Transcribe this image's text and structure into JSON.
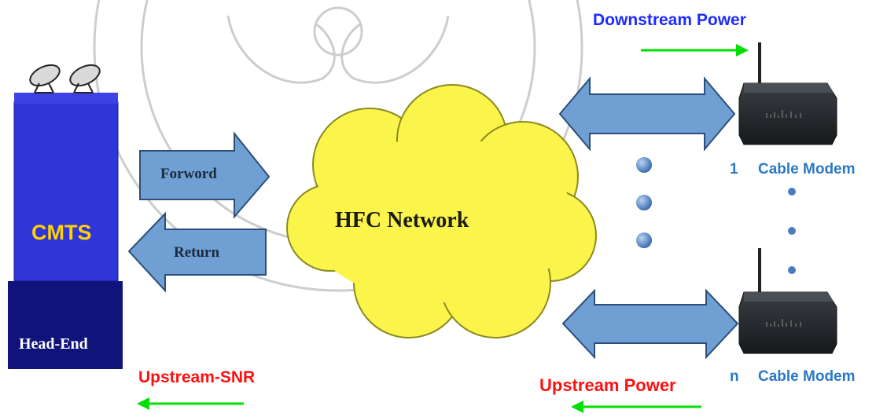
{
  "labels": {
    "cmts": "CMTS",
    "head_end": "Head-End",
    "forward": "Forword",
    "return": "Return",
    "hfc_network": "HFC Network",
    "downstream_power": "Downstream Power",
    "upstream_snr": "Upstream-SNR",
    "upstream_power": "Upstream Power",
    "modem_1_index": "1",
    "modem_n_index": "n",
    "cable_modem": "Cable Modem"
  },
  "colors": {
    "cmts_blue": "#2f35d8",
    "head_end_navy": "#0f137a",
    "cmts_text": "#ffd200",
    "arrow_fill": "#6f9fd3",
    "arrow_stroke": "#2b4f7a",
    "cloud_fill": "#fbf44a",
    "green": "#00e000",
    "red": "#ff1010",
    "downstream_text": "#1d2bff",
    "modem_text": "#2a78c8",
    "bullet_blue": "#4a7dc0",
    "modem_body": "#262a2e",
    "watermark": "#b9b9b9"
  },
  "icons": [
    "satellite-dish-icon",
    "cable-modem-icon"
  ]
}
